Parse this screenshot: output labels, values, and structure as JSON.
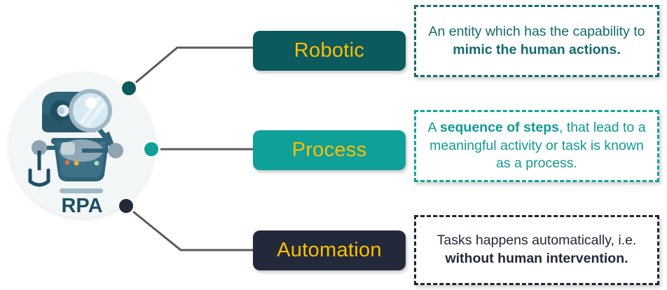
{
  "diagram": {
    "title_acronym": "RPA",
    "center": {
      "label": "RPA",
      "icon": "robot-with-magnifying-glass-icon",
      "circle_color": "#f2f6f7"
    },
    "nodes": [
      {
        "key": "robotic",
        "dot_color": "#0b5a5e",
        "pill_label": "Robotic",
        "pill_bg": "#0b5a5e",
        "pill_text_color": "#ffc000",
        "description_color": "#136a6e",
        "description_parts": [
          {
            "text": "An entity which has the capability to ",
            "bold": false
          },
          {
            "text": "mimic the human actions.",
            "bold": true
          }
        ],
        "description_plain": "An entity which has the capability to mimic the human actions."
      },
      {
        "key": "process",
        "dot_color": "#10a09a",
        "pill_label": "Process",
        "pill_bg": "#10a09a",
        "pill_text_color": "#ffc000",
        "description_color": "#109a94",
        "description_parts": [
          {
            "text": "A ",
            "bold": false
          },
          {
            "text": "sequence of steps",
            "bold": true
          },
          {
            "text": ", that lead to a meaningful activity or task is known as a process.",
            "bold": false
          }
        ],
        "description_plain": "A sequence of steps, that lead to a meaningful activity or task is known as a process."
      },
      {
        "key": "automation",
        "dot_color": "#22293b",
        "pill_label": "Automation",
        "pill_bg": "#22293b",
        "pill_text_color": "#ffc000",
        "description_color": "#23293a",
        "description_parts": [
          {
            "text": "Tasks happens automatically, i.e. ",
            "bold": false
          },
          {
            "text": "without human intervention.",
            "bold": true
          }
        ],
        "description_plain": "Tasks happens automatically, i.e. without human intervention."
      }
    ],
    "connector_color": "#5a5a5a"
  }
}
